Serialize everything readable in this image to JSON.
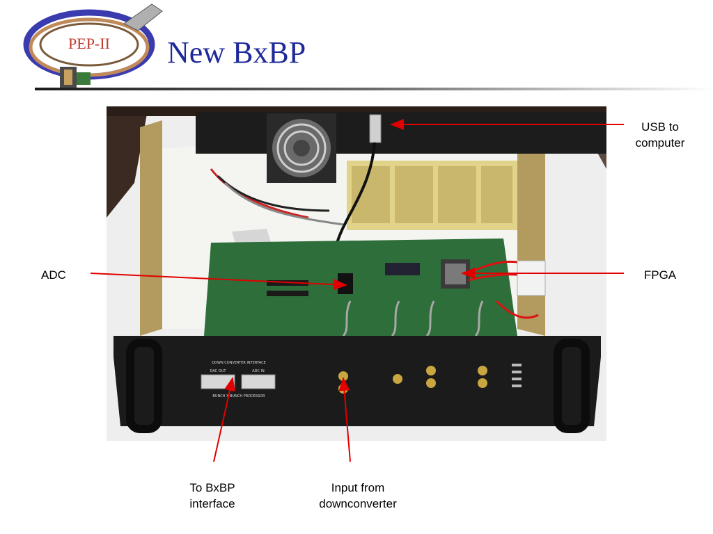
{
  "slide": {
    "title": "New BxBP",
    "logo_text": "PEP-II"
  },
  "photo": {
    "panel_text": {
      "down_converter": "DOWN CONVERTER INTERFACE",
      "dac_out": "DAC OUT",
      "adc_in": "ADC IN",
      "processor": "BUNCH X BUNCH PROCESSOR"
    }
  },
  "annotations": {
    "usb_line1": "USB to",
    "usb_line2": "computer",
    "adc": "ADC",
    "fpga": "FPGA",
    "bxbp_line1": "To BxBP",
    "bxbp_line2": "interface",
    "input_line1": "Input from",
    "input_line2": "downconverter"
  },
  "colors": {
    "title": "#1f2a9a",
    "arrow": "#e00000"
  }
}
